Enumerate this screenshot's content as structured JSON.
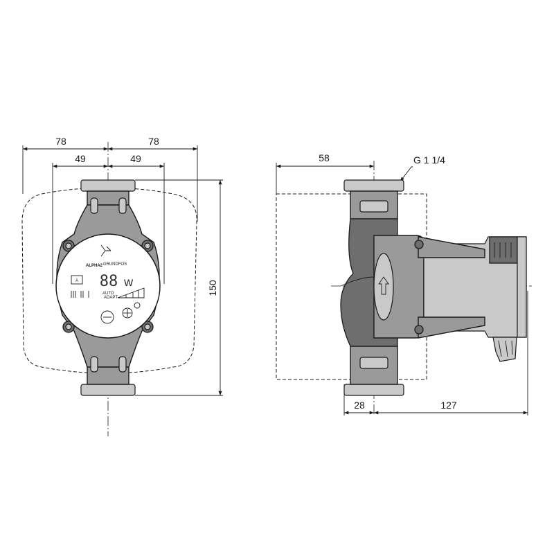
{
  "front_view": {
    "dim_outer_left": "78",
    "dim_outer_right": "78",
    "dim_inner_left": "49",
    "dim_inner_right": "49",
    "dim_height": "150",
    "brand_logo": "GRUNDFOS",
    "model_label": "ALPHA2",
    "lcd_value": "88",
    "lcd_unit": "W",
    "mode_letter": "A",
    "auto_label": "AUTO",
    "auto_sub_label": "ADAPT"
  },
  "side_view": {
    "dim_offset": "58",
    "thread_label": "G 1 1/4",
    "dim_pipe_offset": "28",
    "dim_body_length": "127"
  },
  "colors": {
    "line": "#1a1a1a",
    "pump_body": "#9a9a9a",
    "pump_shadow": "#6e6e6e",
    "pump_highlight": "#c9c9c9"
  }
}
